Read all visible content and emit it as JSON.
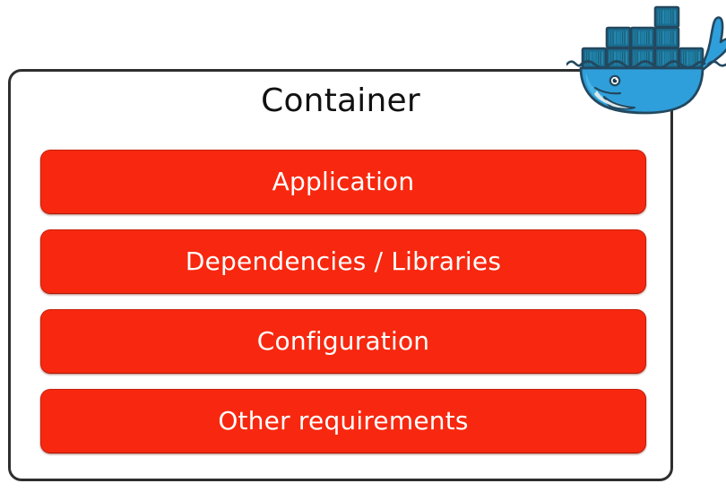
{
  "diagram": {
    "title": "Container",
    "type": "container-layers",
    "background_color": "#ffffff",
    "border_color": "#2e2e2e"
  },
  "container": {
    "title": "Container",
    "layers": [
      {
        "label": "Application"
      },
      {
        "label": "Dependencies / Libraries"
      },
      {
        "label": "Configuration"
      },
      {
        "label": "Other requirements"
      }
    ],
    "layer_fill_color": "#f7280f",
    "layer_text_color": "#ffffff"
  },
  "logo": {
    "name": "docker-whale-logo",
    "alt": "Docker whale carrying shipping containers",
    "body_color": "#2496ed",
    "body_light_color": "#3aa7e8",
    "outline_color": "#20415a",
    "container_color": "#1d7fa8",
    "belly_color": "#d7e6e8"
  }
}
